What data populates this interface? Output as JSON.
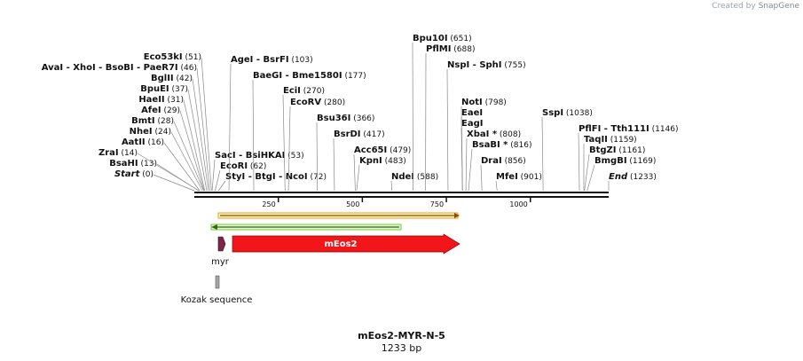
{
  "header": {
    "watermark_prefix": "Created by",
    "watermark_brand": "SnapGene"
  },
  "plasmid": {
    "name": "mEos2-MYR-N-5",
    "length_label": "1233 bp"
  },
  "map": {
    "axis_ticks": [
      {
        "label": "250",
        "bp": 250
      },
      {
        "label": "500",
        "bp": 500
      },
      {
        "label": "750",
        "bp": 750
      },
      {
        "label": "1000",
        "bp": 1000
      }
    ],
    "left_sites": [
      {
        "names": "Start",
        "pos": "(0)",
        "bp": 0,
        "italic": true
      },
      {
        "names": "BsaHI",
        "pos": "(13)",
        "bp": 13
      },
      {
        "names": "ZraI",
        "pos": "(14)",
        "bp": 14
      },
      {
        "names": "AatII",
        "pos": "(16)",
        "bp": 16
      },
      {
        "names": "NheI",
        "pos": "(24)",
        "bp": 24
      },
      {
        "names": "BmtI",
        "pos": "(28)",
        "bp": 28
      },
      {
        "names": "AfeI",
        "pos": "(29)",
        "bp": 29
      },
      {
        "names": "HaeII",
        "pos": "(31)",
        "bp": 31
      },
      {
        "names": "BpuEI",
        "pos": "(37)",
        "bp": 37
      },
      {
        "names": "BglII",
        "pos": "(42)",
        "bp": 42
      },
      {
        "names": "AvaI - XhoI - BsoBI - PaeR7I",
        "pos": "(46)",
        "bp": 46
      },
      {
        "names": "Eco53kI",
        "pos": "(51)",
        "bp": 51
      }
    ],
    "right_sites": [
      {
        "names": "SacI - BsiHKAI",
        "pos": "(53)",
        "bp": 53
      },
      {
        "names": "EcoRI",
        "pos": "(62)",
        "bp": 62
      },
      {
        "names": "StyI - BtgI - NcoI",
        "pos": "(72)",
        "bp": 72
      },
      {
        "names": "AgeI - BsrFI",
        "pos": "(103)",
        "bp": 103
      },
      {
        "names": "BaeGI - Bme1580I",
        "pos": "(177)",
        "bp": 177
      },
      {
        "names": "EciI",
        "pos": "(270)",
        "bp": 270
      },
      {
        "names": "EcoRV",
        "pos": "(280)",
        "bp": 280
      },
      {
        "names": "Bsu36I",
        "pos": "(366)",
        "bp": 366
      },
      {
        "names": "BsrDI",
        "pos": "(417)",
        "bp": 417
      },
      {
        "names": "Acc65I",
        "pos": "(479)",
        "bp": 479
      },
      {
        "names": "KpnI",
        "pos": "(483)",
        "bp": 483
      },
      {
        "names": "NdeI",
        "pos": "(588)",
        "bp": 588
      },
      {
        "names": "Bpu10I",
        "pos": "(651)",
        "bp": 651
      },
      {
        "names": "PflMI",
        "pos": "(688)",
        "bp": 688
      },
      {
        "names": "NspI - SphI",
        "pos": "(755)",
        "bp": 755
      },
      {
        "names": "NotI",
        "pos": "(798)",
        "bp": 798
      },
      {
        "names": "EaeI",
        "pos": "",
        "bp": 798
      },
      {
        "names": "EagI",
        "pos": "",
        "bp": 798
      },
      {
        "names": "XbaI *",
        "pos": "(808)",
        "bp": 808
      },
      {
        "names": "BsaBI *",
        "pos": "(816)",
        "bp": 816
      },
      {
        "names": "DraI",
        "pos": "(856)",
        "bp": 856
      },
      {
        "names": "MfeI",
        "pos": "(901)",
        "bp": 901
      },
      {
        "names": "SspI",
        "pos": "(1038)",
        "bp": 1038
      },
      {
        "names": "PflFI - Tth111I",
        "pos": "(1146)",
        "bp": 1146
      },
      {
        "names": "TaqII",
        "pos": "(1159)",
        "bp": 1159
      },
      {
        "names": "BtgZI",
        "pos": "(1161)",
        "bp": 1161
      },
      {
        "names": "BmgBI",
        "pos": "(1169)",
        "bp": 1169
      },
      {
        "names": "End",
        "pos": "(1233)",
        "bp": 1233,
        "italic": true
      }
    ],
    "features": [
      {
        "label": "mEos2",
        "kind": "cds",
        "color": "#f2161a"
      },
      {
        "label": "myr",
        "kind": "cds",
        "color": "#7d2449"
      },
      {
        "label": "Kozak sequence",
        "kind": "misc",
        "color": "#a6a6a6"
      }
    ],
    "reading_frames": [
      {
        "direction": "forward",
        "color": "#f39c12"
      },
      {
        "direction": "reverse",
        "color": "#7ac943"
      }
    ]
  }
}
